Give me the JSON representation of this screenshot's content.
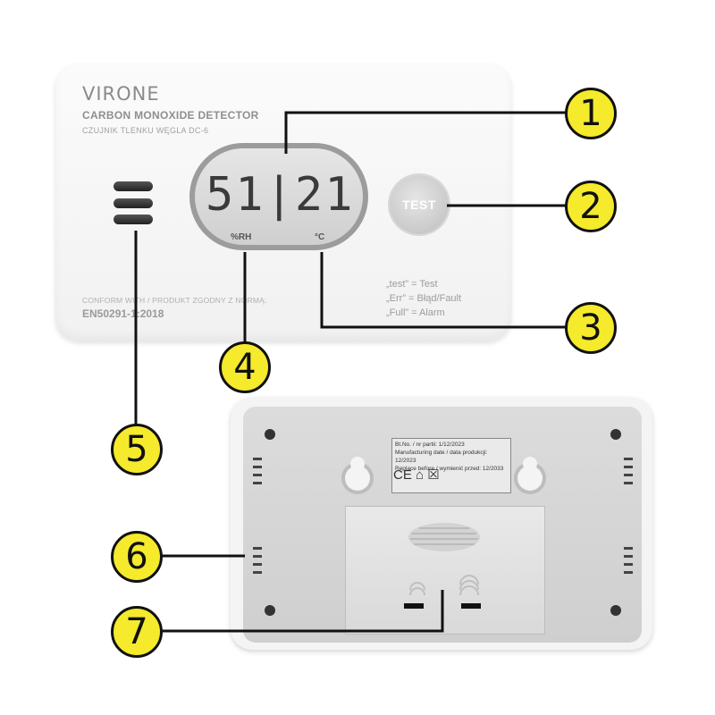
{
  "front": {
    "brand": "VIRONE",
    "model": "CARBON MONOXIDE DETECTOR",
    "subtitle": "CZUJNIK TLENKU WĘGLA DC-6",
    "conform": "CONFORM WITH / PRODUKT ZGODNY Z NORMĄ:",
    "norm": "EN50291-1:2018",
    "display": {
      "digits": "51|21",
      "unit_left": "%RH",
      "unit_right": "°C"
    },
    "test_label": "TEST",
    "legend": [
      "„test” = Test",
      "„Err” = Błąd/Fault",
      "„Full” = Alarm"
    ]
  },
  "back": {
    "label_lines": [
      "Bt.No. / nr partii: 1/12/2023",
      "Manufacturing date / data produkcji: 12/2023",
      "Replace before / wymienić przed: 12/2033"
    ],
    "marks": "CE ⌂ ☒"
  },
  "callouts": [
    "1",
    "2",
    "3",
    "4",
    "5",
    "6",
    "7"
  ],
  "colors": {
    "badge": "#f5ea2b",
    "line": "#111111"
  }
}
